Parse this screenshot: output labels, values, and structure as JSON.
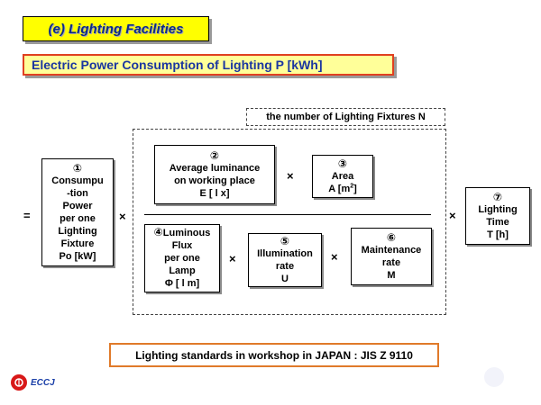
{
  "title": "(e)  Lighting Facilities",
  "subtitle": "Electric Power Consumption of Lighting P [kWh]",
  "fixtures_label": "the number of Lighting Fixtures   N",
  "equals": "=",
  "times": "×",
  "boxes": {
    "consumption": {
      "num": "①",
      "lines": [
        "Consumpu",
        "-tion",
        "Power",
        "per one",
        "Lighting",
        "Fixture",
        "Po [kW]"
      ]
    },
    "luminance": {
      "num": "②",
      "lines": [
        "Average luminance",
        "on working  place",
        "E [ l  x]"
      ]
    },
    "area": {
      "num": "③",
      "line1": "Area",
      "line2_pre": "A [m",
      "line2_sup": "2",
      "line2_post": "]"
    },
    "flux": {
      "num": "④",
      "first": "Luminous",
      "lines": [
        "Flux",
        "per one",
        "Lamp",
        "Φ  [ l  m]"
      ]
    },
    "illumination": {
      "num": "⑤",
      "lines": [
        "Illumination",
        "rate",
        "U"
      ]
    },
    "maintenance": {
      "num": "⑥",
      "lines": [
        "Maintenance",
        "rate",
        "M"
      ]
    },
    "time": {
      "num": "⑦",
      "lines": [
        "Lighting",
        "Time",
        "T [h]"
      ]
    }
  },
  "footer": "Lighting standards in workshop in JAPAN : JIS Z 9110",
  "logo_text": "ECCJ",
  "colors": {
    "title_bg": "#ffff00",
    "title_text": "#0a2a8a",
    "subtitle_bg": "#ffff99",
    "subtitle_border": "#e04020",
    "subtitle_text": "#1a35a0",
    "footer_border": "#e07a2a",
    "logo_red": "#d81818",
    "logo_blue": "#1a3fa8"
  }
}
